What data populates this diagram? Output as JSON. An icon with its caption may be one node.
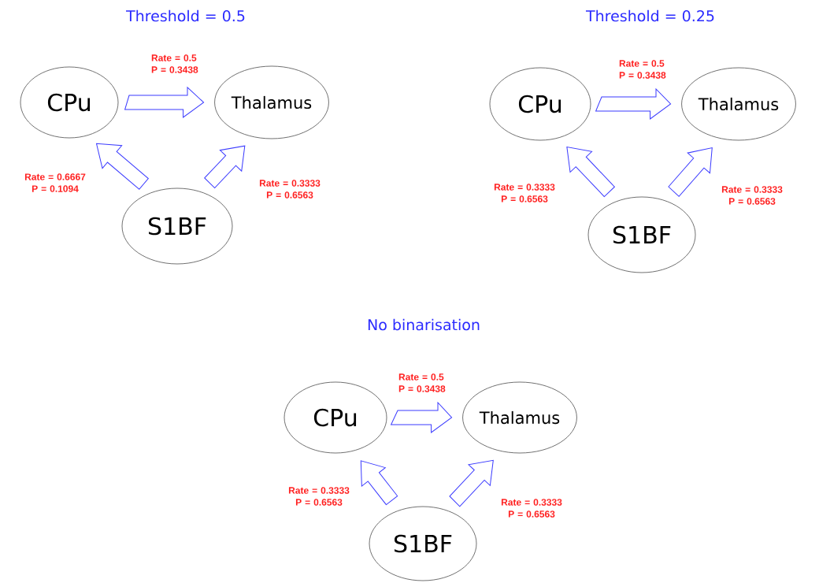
{
  "diagram": {
    "nodes": [
      {
        "text": [
          "CPu"
        ]
      },
      {
        "text": [
          "Thalamus"
        ]
      },
      {
        "text": [
          "S1BF"
        ]
      },
      {
        "text": [
          "CPu"
        ]
      },
      {
        "text": [
          "Thalamus"
        ]
      },
      {
        "text": [
          "S1BF"
        ]
      },
      {
        "text": [
          "CPu"
        ]
      },
      {
        "text": [
          "Thalamus"
        ]
      },
      {
        "text": [
          "S1BF"
        ]
      }
    ],
    "edges": [
      {
        "from": 0,
        "to": 1,
        "arrow": "to",
        "label": "Rate = 0.5 P = 0.3438"
      },
      {
        "from": 2,
        "to": 0,
        "arrow": "to",
        "label": "Rate = 0.6667 P = 0.1094"
      },
      {
        "from": 2,
        "to": 1,
        "arrow": "to",
        "label": "Rate = 0.3333 P = 0.6563"
      },
      {
        "from": 3,
        "to": 4,
        "arrow": "to",
        "label": "Rate = 0.5 P = 0.3438"
      },
      {
        "from": 5,
        "to": 3,
        "arrow": "to",
        "label": "Rate = 0.3333 P = 0.6563"
      },
      {
        "from": 5,
        "to": 4,
        "arrow": "to",
        "label": "Rate = 0.3333 P = 0.6563"
      },
      {
        "from": 6,
        "to": 7,
        "arrow": "to",
        "label": "Rate = 0.5 P = 0.3438"
      },
      {
        "from": 8,
        "to": 6,
        "arrow": "to",
        "label": "Rate = 0.3333 P = 0.6563"
      },
      {
        "from": 8,
        "to": 7,
        "arrow": "to",
        "label": "Rate = 0.3333 P = 0.6563"
      }
    ],
    "labels": [
      "Threshold = 0.5",
      "Threshold = 0.25",
      "No binarisation"
    ]
  }
}
